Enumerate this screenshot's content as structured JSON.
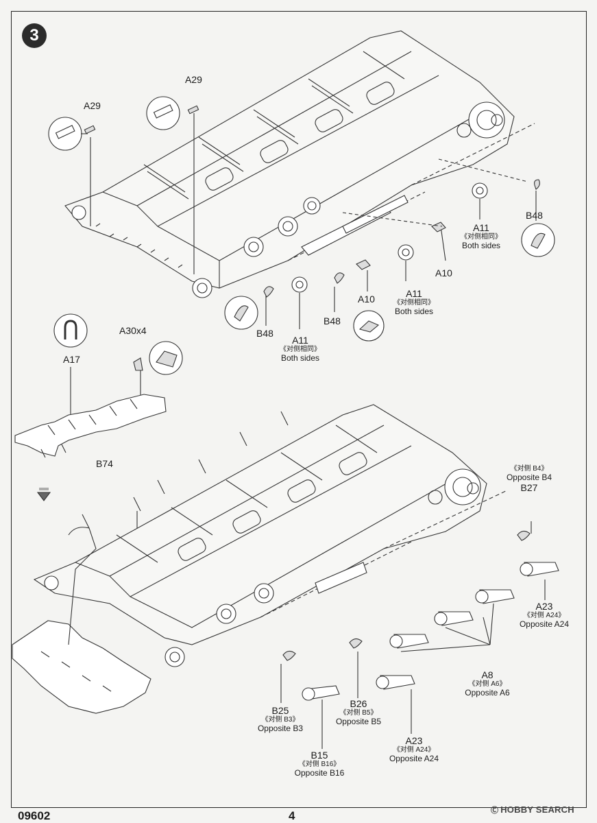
{
  "page": {
    "code": "09602",
    "number": "4",
    "step": "3"
  },
  "watermark": {
    "mark": "Ⓒ",
    "text": "HOBBY SEARCH"
  },
  "labels": {
    "a29_left": {
      "code": "A29"
    },
    "a29_right": {
      "code": "A29"
    },
    "a11_right": {
      "code": "A11",
      "cn": "《对侧相同》",
      "en": "Both sides"
    },
    "b48_right": {
      "code": "B48"
    },
    "a10_right": {
      "code": "A10"
    },
    "a11_mid": {
      "code": "A11",
      "cn": "《对侧相同》",
      "en": "Both sides"
    },
    "a10_mid": {
      "code": "A10"
    },
    "b48_mid": {
      "code": "B48"
    },
    "a11_left": {
      "code": "A11",
      "cn": "《对侧相同》",
      "en": "Both sides"
    },
    "b48_left": {
      "code": "B48"
    },
    "a17": {
      "code": "A17"
    },
    "a30x4": {
      "code": "A30x4"
    },
    "b74": {
      "code": "B74"
    },
    "b4_b27": {
      "cn": "《对侧 B4》",
      "en": "Opposite B4",
      "code": "B27"
    },
    "a23_right": {
      "code": "A23",
      "cn": "《对侧 A24》",
      "en": "Opposite A24"
    },
    "a8": {
      "code": "A8",
      "cn": "《对侧 A6》",
      "en": "Opposite A6"
    },
    "b25": {
      "code": "B25",
      "cn": "《对侧 B3》",
      "en": "Opposite B3"
    },
    "b26": {
      "code": "B26",
      "cn": "《对侧 B5》",
      "en": "Opposite B5"
    },
    "a23_bottom": {
      "code": "A23",
      "cn": "《对侧 A24》",
      "en": "Opposite A24"
    },
    "b15": {
      "code": "B15",
      "cn": "《对侧 B16》",
      "en": "Opposite B16"
    }
  }
}
